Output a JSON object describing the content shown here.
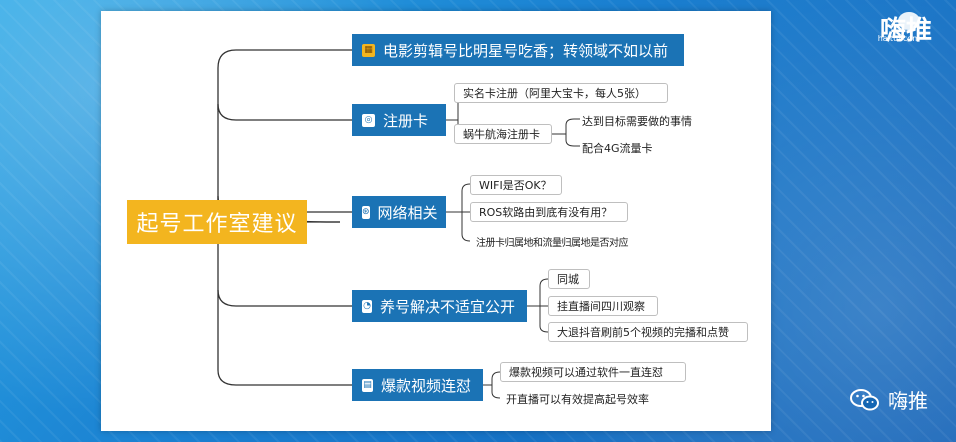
{
  "root": "起号工作室建议",
  "branches": [
    {
      "label": "电影剪辑号比明星号吃香；转领域不如以前",
      "icon": "film-icon"
    },
    {
      "label": "注册卡",
      "icon": "card-icon",
      "children": [
        {
          "label": "实名卡注册（阿里大宝卡，每人5张）"
        },
        {
          "label": "蜗牛航海注册卡",
          "children": [
            "达到目标需要做的事情",
            "配合4G流量卡"
          ]
        }
      ]
    },
    {
      "label": "网络相关",
      "icon": "network-icon",
      "children": [
        {
          "label": "WIFI是否OK？"
        },
        {
          "label": "ROS软路由到底有没有用？"
        },
        {
          "label": "注册卡归属地和流量归属地是否对应"
        }
      ]
    },
    {
      "label": "养号解决不适宜公开",
      "icon": "pie-icon",
      "children": [
        {
          "label": "同城"
        },
        {
          "label": "挂直播间四川观察"
        },
        {
          "label": "大退抖音刷前5个视频的完播和点赞"
        }
      ]
    },
    {
      "label": "爆款视频连怼",
      "icon": "doc-icon",
      "children": [
        {
          "label": "爆款视频可以通过软件一直连怼"
        },
        {
          "label": "开直播可以有效提高起号效率"
        }
      ]
    }
  ],
  "brand": {
    "name": "嗨推",
    "sub": "haitui.com"
  },
  "watermark": "嗨推"
}
